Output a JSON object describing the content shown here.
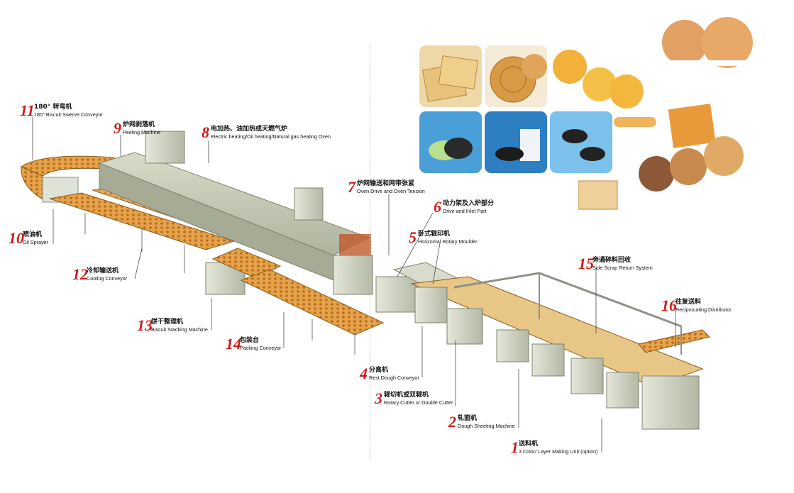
{
  "callouts": [
    {
      "num": "11",
      "cn": "180° 转弯机",
      "en": "180° Biscuit Swerve Conveyor"
    },
    {
      "num": "9",
      "cn": "炉网剥落机",
      "en": "Peeling Machine"
    },
    {
      "num": "8",
      "cn": "电加热、油加热或天燃气炉",
      "en": "Electric heating/Oil heating/Natural gas heating Oven"
    },
    {
      "num": "7",
      "cn": "炉网输送和网带张紧",
      "en": "Oven Drive and Oven Tension"
    },
    {
      "num": "6",
      "cn": "动力架及入炉部分",
      "en": "Drive and Inlet Part"
    },
    {
      "num": "5",
      "cn": "卧式辊印机",
      "en": "Horizontal Rotary Moulder"
    },
    {
      "num": "10",
      "cn": "喷油机",
      "en": "Oil Sprayer"
    },
    {
      "num": "12",
      "cn": "冷却输送机",
      "en": "Cooling Conveyor"
    },
    {
      "num": "13",
      "cn": "饼干整理机",
      "en": "Biscuit Stacking Machine"
    },
    {
      "num": "14",
      "cn": "包装台",
      "en": "Packing Conveyor"
    },
    {
      "num": "15",
      "cn": "旁通碎料回收",
      "en": "Side Scrap Return System"
    },
    {
      "num": "16",
      "cn": "往复送料",
      "en": "Reciprocating Distributor"
    },
    {
      "num": "4",
      "cn": "分离机",
      "en": "Rest Dough Conveyor"
    },
    {
      "num": "3",
      "cn": "辊切机或双辊机",
      "en": "Rotary Cutter or Double Cutter"
    },
    {
      "num": "2",
      "cn": "轧面机",
      "en": "Dough Sheeting Machine"
    },
    {
      "num": "1",
      "cn": "送料机",
      "en": "3 Color/ Layer Making Unit (option)"
    }
  ],
  "colors": {
    "number": "#d01818",
    "machine": "#c9cdb9",
    "belt": "#e39a3c",
    "frame": "#8d9288"
  }
}
